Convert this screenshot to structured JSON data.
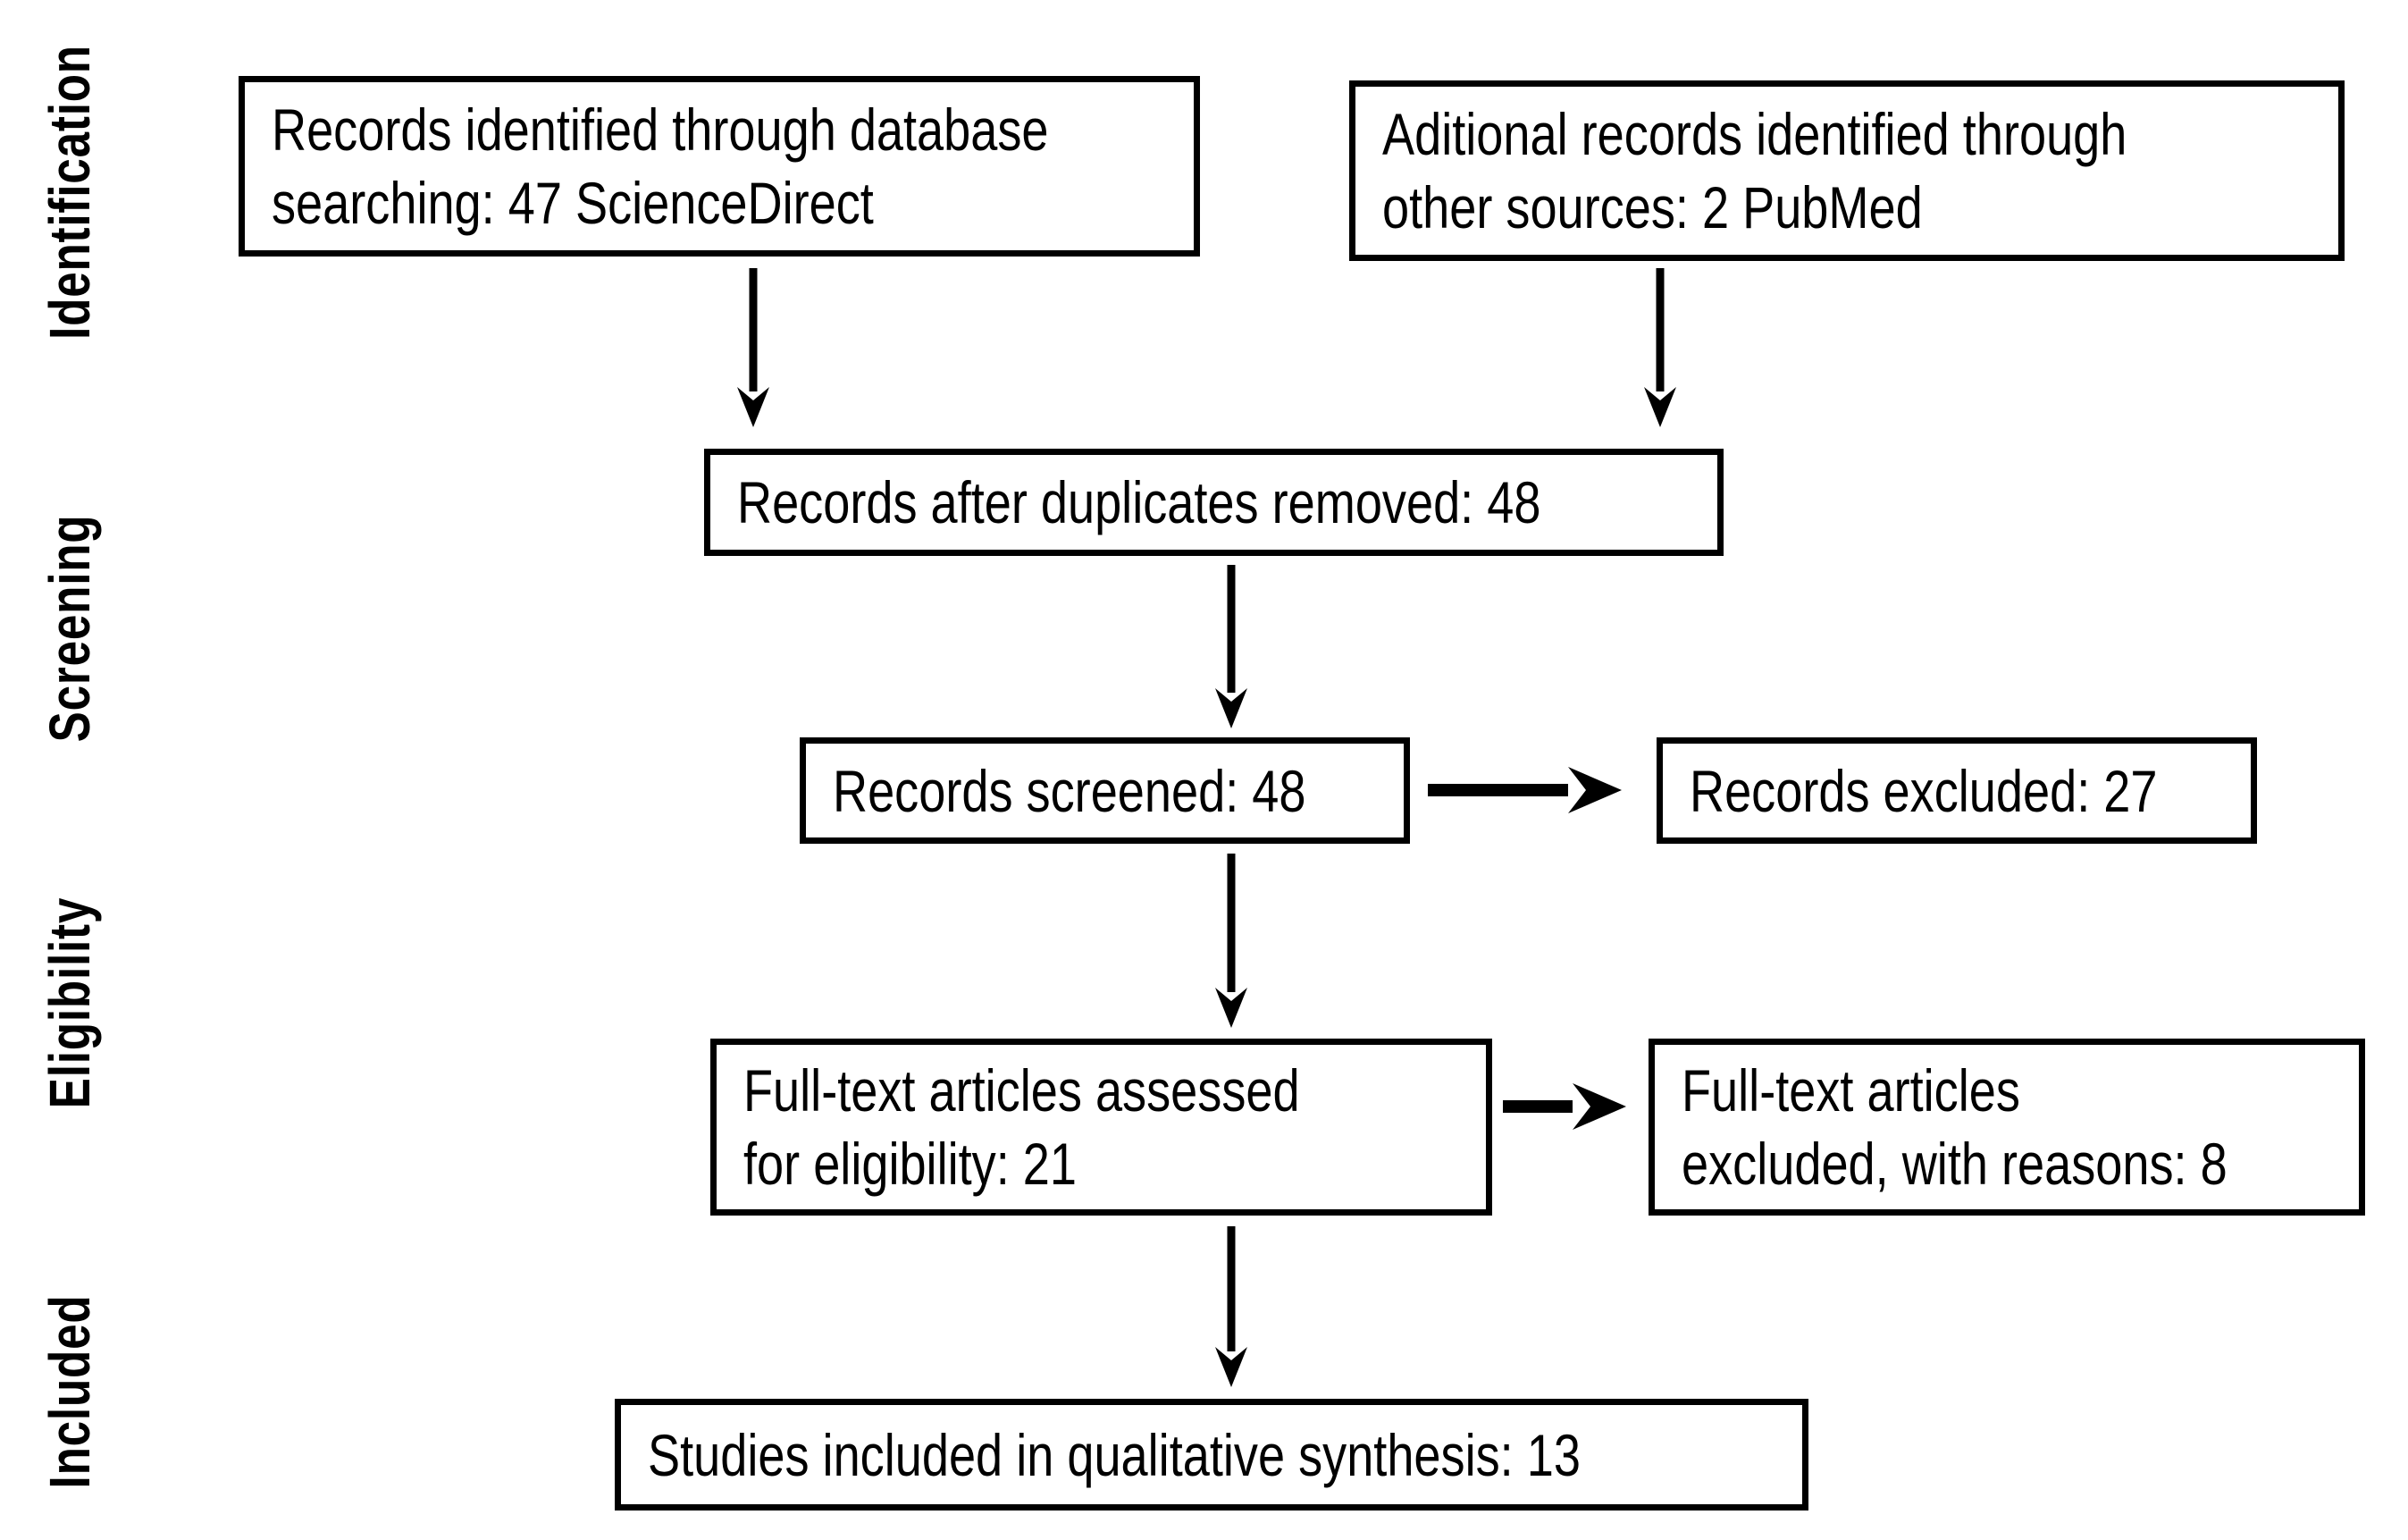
{
  "stages": {
    "identification": "Identification",
    "screening": "Screening",
    "eligibility": "Eligibility",
    "included": "Included"
  },
  "boxes": {
    "records_identified": {
      "line1": "Records identified through database",
      "line2": "searching: 47 ScienceDirect"
    },
    "additional_records": {
      "line1": "Aditional records identified through",
      "line2": "other sources: 2 PubMed"
    },
    "after_duplicates": {
      "text": "Records after duplicates removed: 48"
    },
    "records_screened": {
      "text": "Records screened: 48"
    },
    "records_excluded": {
      "text": "Records excluded: 27"
    },
    "fulltext_assessed": {
      "line1": "Full-text articles assessed",
      "line2": "for eligibility: 21"
    },
    "fulltext_excluded": {
      "line1": "Full-text articles",
      "line2": "excluded, with reasons: 8"
    },
    "studies_included": {
      "text": "Studies included in qualitative synthesis: 13"
    }
  },
  "counts": {
    "database_searching": 47,
    "other_sources": 2,
    "after_duplicates_removed": 48,
    "records_screened": 48,
    "records_excluded": 27,
    "fulltext_assessed": 21,
    "fulltext_excluded_with_reasons": 8,
    "included_qualitative_synthesis": 13
  },
  "colors": {
    "ink": "#000000",
    "background": "#ffffff"
  }
}
